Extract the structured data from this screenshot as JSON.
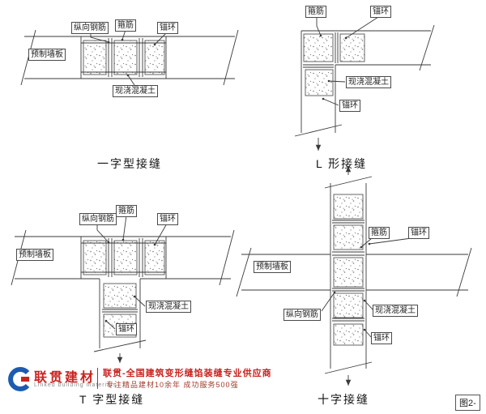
{
  "diagrams": {
    "straight": {
      "caption": "一字型接缝",
      "labels": {
        "longitudinal_rebar": "纵向钢筋",
        "stirrup": "箍筋",
        "anchor_ring": "锚环",
        "precast_panel": "预制墙板",
        "cast_in_place_concrete": "现浇混凝土"
      }
    },
    "l_shaped": {
      "caption": "L 形接缝",
      "labels": {
        "stirrup": "箍筋",
        "anchor_ring_top": "锚环",
        "cast_in_place_concrete": "现浇混凝土",
        "anchor_ring_side": "锚环"
      }
    },
    "t_shaped": {
      "caption": "T 字型接缝",
      "labels": {
        "longitudinal_rebar": "纵向钢筋",
        "stirrup": "箍筋",
        "anchor_ring_top": "锚环",
        "precast_panel": "预制墙板",
        "cast_in_place_concrete": "现浇混凝土",
        "anchor_ring_bottom": "锚环"
      }
    },
    "cross": {
      "caption": "十字接缝",
      "labels": {
        "stirrup": "箍筋",
        "anchor_ring_top": "锚环",
        "precast_panel": "预制墙板",
        "longitudinal_rebar": "纵向钢筋",
        "cast_in_place_concrete": "现浇混凝土",
        "anchor_ring_bottom": "锚环"
      }
    }
  },
  "footer": {
    "brand_cn": "联贯建材",
    "brand_en": "Linked building materials",
    "slogan": "联贯-全国建筑变形缝馅装缝专业供应商",
    "tagline": "专注精品建材10余年 成功服务500强",
    "figure_label": "图2-"
  },
  "colors": {
    "line": "#3a3a3a",
    "brand_red": "#c9231f",
    "brand_blue": "#1d5bb0"
  }
}
